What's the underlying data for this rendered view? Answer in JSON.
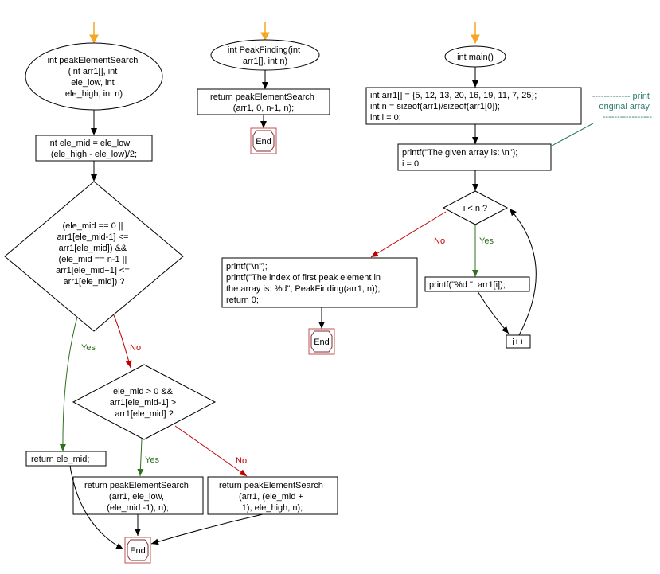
{
  "colors": {
    "yes": "#2f6f1f",
    "no": "#c00000",
    "start_arrow": "#f5a623",
    "end_border": "#c0504d",
    "note": "#2e7d6f"
  },
  "labels": {
    "yes": "Yes",
    "no": "No",
    "end": "End"
  },
  "left": {
    "func_start": [
      "int peakElementSearch",
      "(int arr1[], int",
      "ele_low, int",
      "ele_high, int n)"
    ],
    "mid_calc": [
      "int ele_mid = ele_low +",
      "(ele_high - ele_low)/2;"
    ],
    "cond1": [
      "(ele_mid == 0 ||",
      "arr1[ele_mid-1] <=",
      "arr1[ele_mid]) &&",
      "(ele_mid == n-1 ||",
      "arr1[ele_mid+1] <=",
      "arr1[ele_mid]) ?"
    ],
    "return_mid": "return ele_mid;",
    "cond2": [
      "ele_mid > 0 &&",
      "arr1[ele_mid-1] >",
      "arr1[ele_mid] ?"
    ],
    "return_low": [
      "return peakElementSearch",
      "(arr1, ele_low,",
      "(ele_mid -1), n);"
    ],
    "return_high": [
      "return peakElementSearch",
      "(arr1, (ele_mid +",
      "1), ele_high, n);"
    ]
  },
  "middle": {
    "func_start": [
      "int PeakFinding(int",
      "arr1[], int n)"
    ],
    "return_call": [
      "return peakElementSearch",
      "(arr1, 0, n-1, n);"
    ]
  },
  "right": {
    "main_start": "int main()",
    "init": [
      "int arr1[] = {5, 12, 13, 20, 16, 19, 11, 7, 25};",
      "int n = sizeof(arr1)/sizeof(arr1[0]);",
      "int i = 0;"
    ],
    "note": [
      "------------- print",
      "original array",
      "-----------------"
    ],
    "print_header": [
      "printf(\"The given array is:  \\n\");",
      "i = 0"
    ],
    "loop_cond": "i < n ?",
    "print_elem": "printf(\"%d  \", arr1[i]);",
    "incr": "i++",
    "final_print": [
      "printf(\"\\n\");",
      "printf(\"The index of first peak element in",
      "the array is: %d\", PeakFinding(arr1, n));",
      "return 0;"
    ]
  }
}
